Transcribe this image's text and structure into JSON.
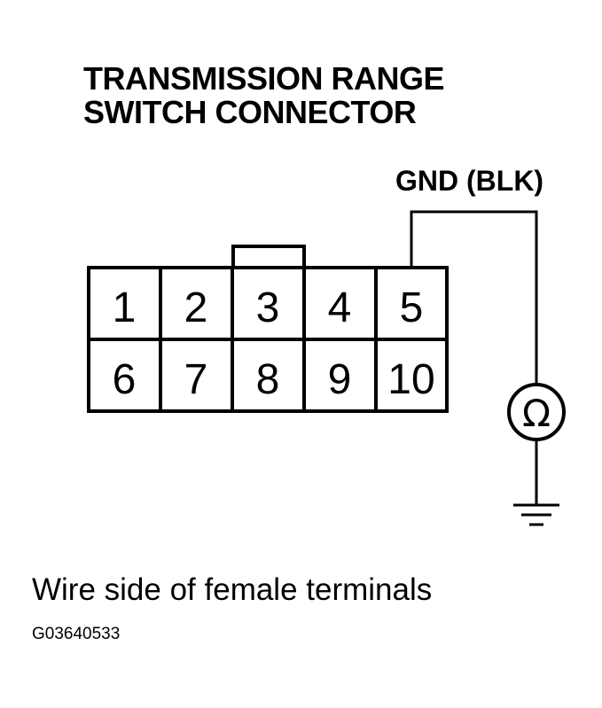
{
  "title": {
    "line1": "TRANSMISSION RANGE",
    "line2": "SWITCH CONNECTOR"
  },
  "ground_label": "GND (BLK)",
  "connector": {
    "pins_top": [
      "1",
      "2",
      "3",
      "4",
      "5"
    ],
    "pins_bottom": [
      "6",
      "7",
      "8",
      "9",
      "10"
    ]
  },
  "meter": {
    "symbol": "Ω",
    "icon": "ohmmeter-icon"
  },
  "ground_icon": "ground-symbol-icon",
  "caption": "Wire side of female terminals",
  "figure_id": "G03640533"
}
